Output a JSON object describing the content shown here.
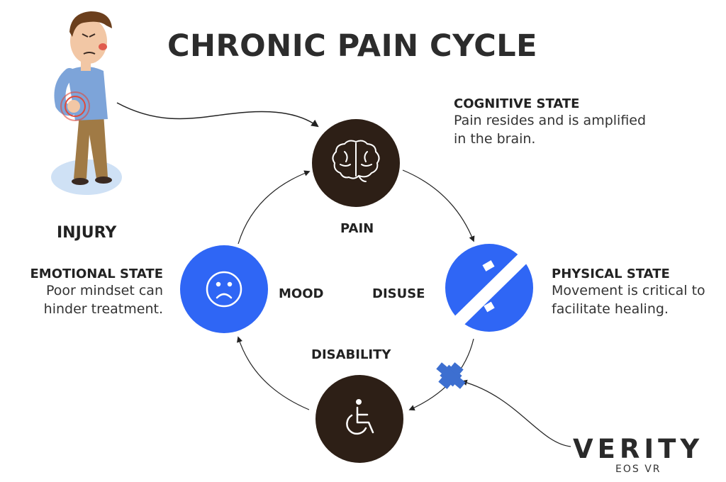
{
  "title": "CHRONIC PAIN CYCLE",
  "injury": {
    "label": "INJURY"
  },
  "nodes": {
    "pain": {
      "label": "PAIN",
      "icon": "brain-icon",
      "color": "#2d1f16"
    },
    "disuse": {
      "label": "DISUSE",
      "icon": "broken-bone-icon",
      "color": "#2f66f5"
    },
    "disability": {
      "label": "DISABILITY",
      "icon": "wheelchair-icon",
      "color": "#2d1f16"
    },
    "mood": {
      "label": "MOOD",
      "icon": "sad-face-icon",
      "color": "#2f66f5"
    }
  },
  "states": {
    "cognitive": {
      "heading": "COGNITIVE STATE",
      "lines": [
        "Pain resides and is amplified",
        "in the brain."
      ]
    },
    "physical": {
      "heading": "PHYSICAL STATE",
      "lines": [
        "Movement is critical to",
        "facilitate healing."
      ]
    },
    "emotional": {
      "heading": "EMOTIONAL STATE",
      "lines": [
        "Poor mindset can",
        "hinder treatment."
      ]
    }
  },
  "brand": {
    "name": "VERITY",
    "sub": "EOS VR",
    "cross_color": "#3d6fd0"
  },
  "person": {
    "skin": "#f2c7a5",
    "shirt": "#7da4d9",
    "pants": "#a07a45",
    "hair": "#6b3f1d"
  }
}
